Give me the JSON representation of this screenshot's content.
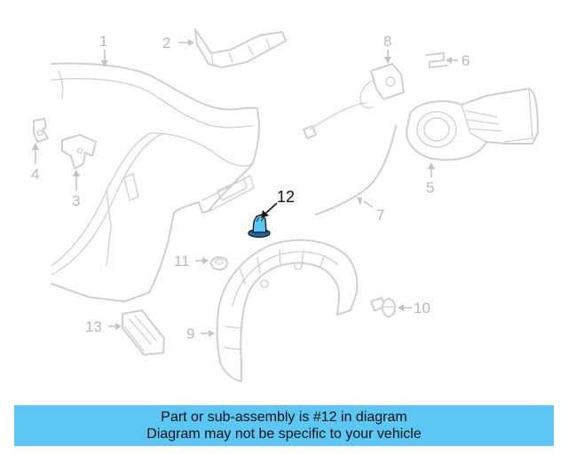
{
  "diagram": {
    "highlight_color": "#5cc6f5",
    "highlighted_part": "12",
    "callouts": [
      "1",
      "2",
      "3",
      "4",
      "5",
      "6",
      "7",
      "8",
      "9",
      "10",
      "11",
      "12",
      "13"
    ]
  },
  "footer": {
    "line1": "Part or sub-assembly is #12 in diagram",
    "line2": "Diagram may not be specific to your vehicle",
    "background_color": "#5cc6f5"
  }
}
